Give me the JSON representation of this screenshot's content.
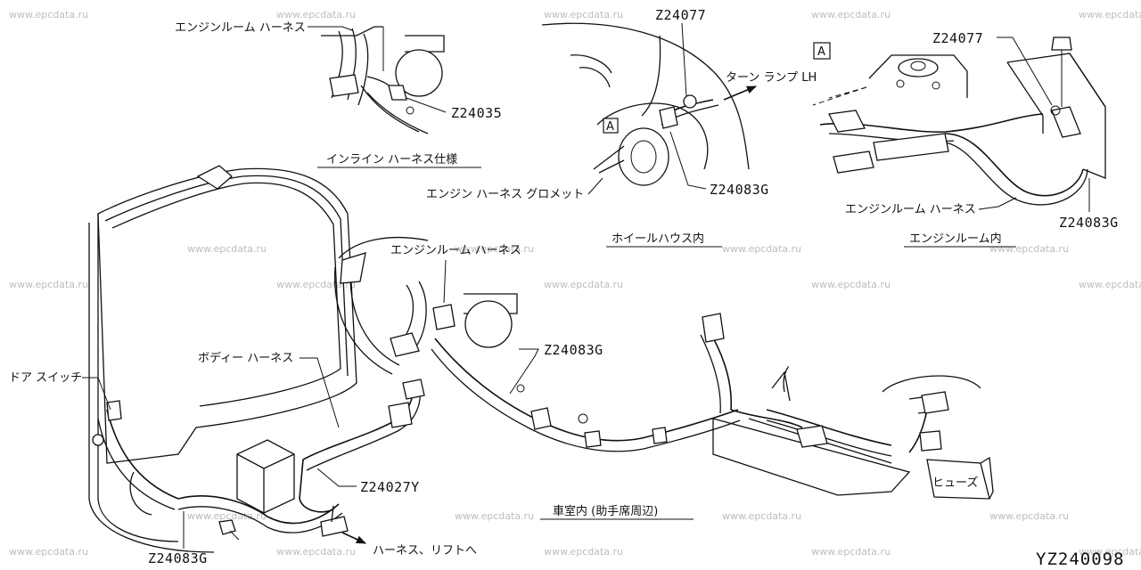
{
  "watermark": "www.epcdata.ru",
  "diagram_code": "YZ240098",
  "part_numbers": {
    "z24035": "Z24035",
    "z24077_wheelhouse": "Z24077",
    "z24083g_wheelhouse": "Z24083G",
    "z24077_engine_room": "Z24077",
    "z24083g_engine_room": "Z24083G",
    "z24083g_cabin": "Z24083G",
    "z24027y": "Z24027Y",
    "z24083g_bottom": "Z24083G"
  },
  "labels": {
    "engine_room_harness_top": "エンジンルーム ハーネス",
    "inline_harness_spec": "インライン ハーネス仕様",
    "engine_harness_grommet": "エンジン ハーネス グロメット",
    "turn_lamp_lh": "ターン ランプ LH",
    "wheelhouse_inside": "ホイールハウス内",
    "engine_room_harness_right": "エンジンルーム ハーネス",
    "engine_room_inside": "エンジンルーム内",
    "engine_room_harness_middle": "エンジンルーム ハーネス",
    "body_harness": "ボディー ハーネス",
    "door_switch": "ドア スイッチ",
    "cabin_passenger_area": "車室内 (助手席周辺)",
    "fuse": "ヒューズ",
    "harness_to_lift": "ハーネス、リフトへ",
    "view_a_marker_1": "A",
    "view_a_marker_2": "A"
  }
}
